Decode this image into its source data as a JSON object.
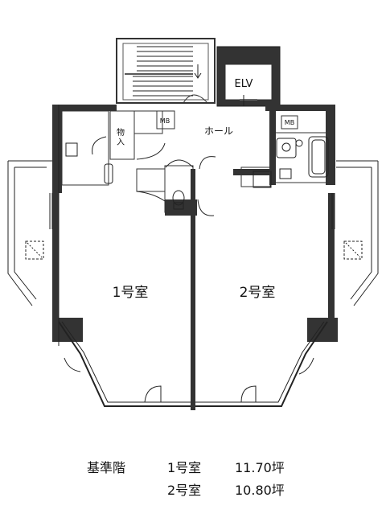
{
  "plan": {
    "elevator_label": "ELV",
    "hall_label": "ホール",
    "storage_label": "物\n入",
    "mb_left_label": "MB",
    "mb_right_label": "MB",
    "unit1_label": "1号室",
    "unit2_label": "2号室"
  },
  "caption": {
    "floor_label": "基準階",
    "rows": [
      {
        "unit": "1号室",
        "area": "11.70坪"
      },
      {
        "unit": "2号室",
        "area": "10.80坪"
      }
    ]
  }
}
